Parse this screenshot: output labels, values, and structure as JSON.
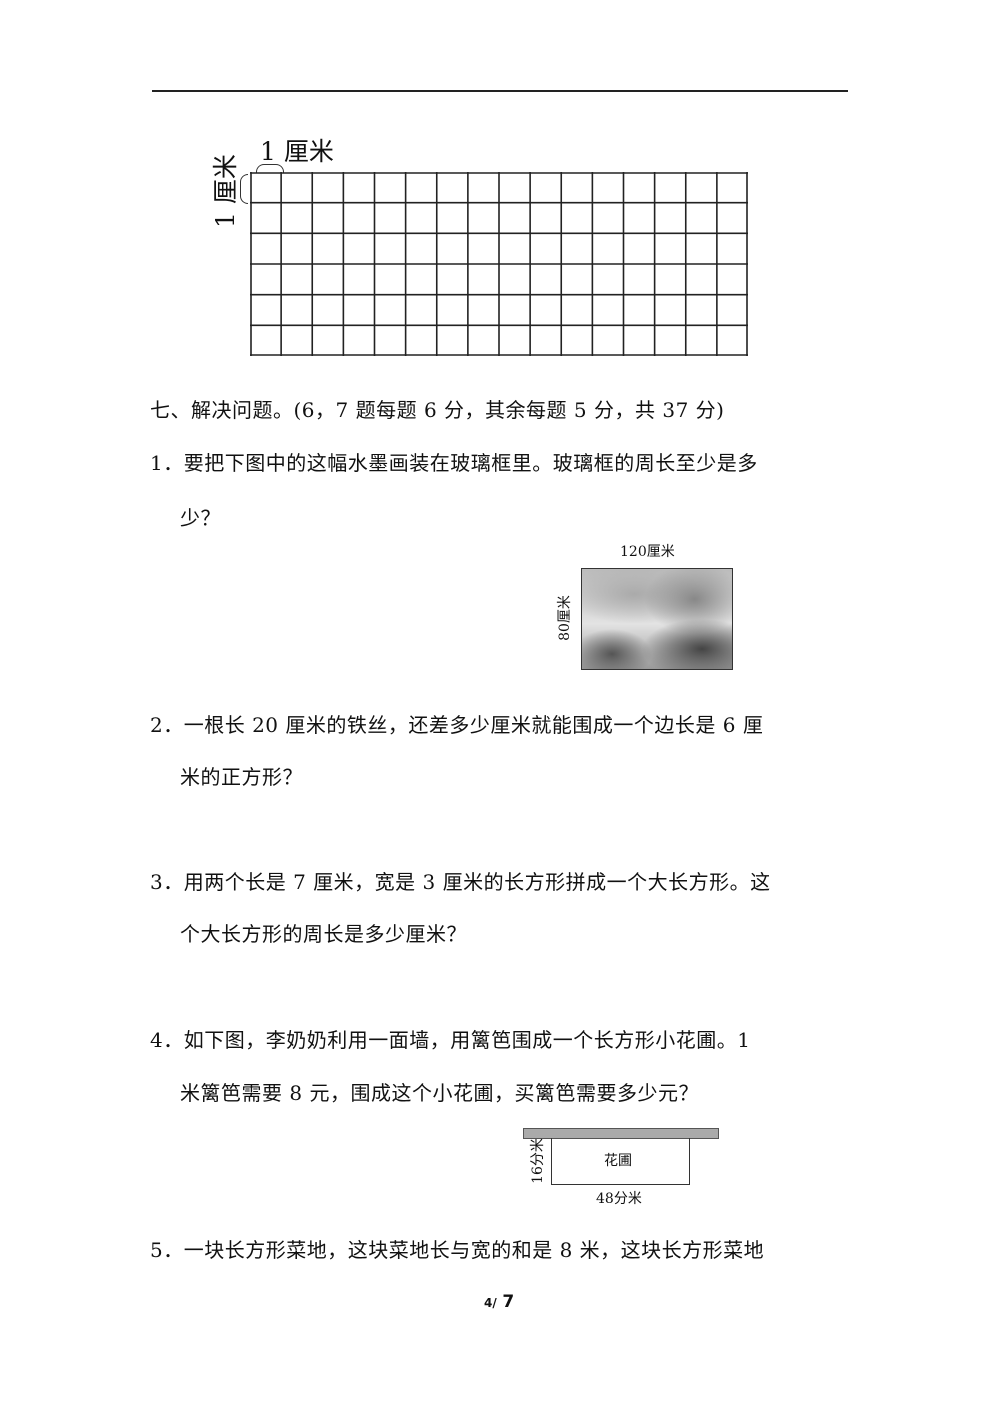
{
  "grid": {
    "top_label": "1 厘米",
    "side_label": "1 厘米",
    "columns": 16,
    "rows": 6
  },
  "section": {
    "title": "七、解决问题。(6，7 题每题 6 分，其余每题 5 分，共 37 分)"
  },
  "questions": [
    {
      "line1": "1．要把下图中的这幅水墨画装在玻璃框里。玻璃框的周长至少是多",
      "line2": "少？"
    },
    {
      "line1": "2．一根长 20 厘米的铁丝，还差多少厘米就能围成一个边长是 6 厘",
      "line2": "米的正方形？"
    },
    {
      "line1": "3．用两个长是 7 厘米，宽是 3 厘米的长方形拼成一个大长方形。这",
      "line2": "个大长方形的周长是多少厘米？"
    },
    {
      "line1": "4．如下图，李奶奶利用一面墙，用篱笆围成一个长方形小花圃。1",
      "line2": "米篱笆需要 8 元，围成这个小花圃，买篱笆需要多少元？"
    },
    {
      "line1": "5．一块长方形菜地，这块菜地长与宽的和是 8 米，这块长方形菜地"
    }
  ],
  "painting": {
    "width_label": "120厘米",
    "height_label": "80厘米"
  },
  "garden": {
    "label": "花圃",
    "height_label": "16分米",
    "width_label": "48分米"
  },
  "footer": {
    "page": "4/",
    "total": "7"
  }
}
